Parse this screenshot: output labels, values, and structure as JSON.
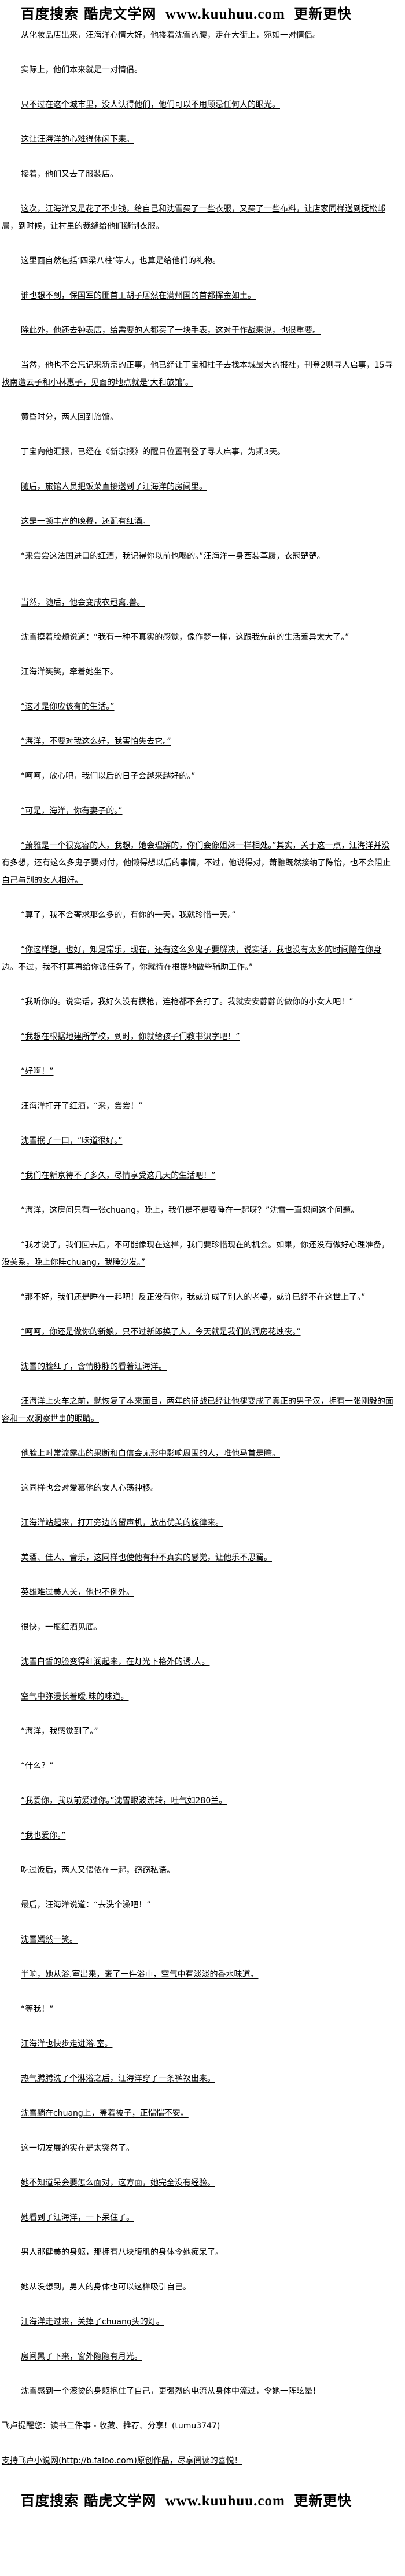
{
  "banner": {
    "search": "百度搜索",
    "site": "酷虎文学网",
    "url": "www.kuuhuu.com",
    "slogan": "更新更快"
  },
  "paragraphs": [
    "从化妆品店出来，汪海洋心情大好，他搂着沈雪的腰，走在大街上，宛如一对情侣。",
    "实际上，他们本来就是一对情侣。",
    "只不过在这个城市里，没人认得他们，他们可以不用顾忌任何人的眼光。",
    "这让汪海洋的心难得休闲下来。",
    "接着，他们又去了服装店。",
    "这次，汪海洋又是花了不少钱，给自己和沈雪买了一些衣服，又买了一些布料，让店家同样送到抚松邮局，到时候，让村里的裁缝给他们缝制衣服。",
    "这里面自然包括‘四梁八柱’等人，也算是给他们的礼物。",
    "谁也想不到，保国军的匪首王胡子居然在满州国的首都挥金如土。",
    "除此外，他还去钟表店，给需要的人都买了一块手表，这对于作战来说，也很重要。",
    "当然，他也不会忘记来新京的正事，他已经让丁宝和柱子去找本城最大的报社，刊登2则寻人启事，15寻找南造云子和小林惠子，见面的地点就是‘大和旅馆’。",
    "黄昏时分，两人回到旅馆。",
    "丁宝向他汇报，已经在《新京报》的醒目位置刊登了寻人启事，为期3天。",
    "随后，旅馆人员把饭菜直接送到了汪海洋的房间里。",
    "这是一顿丰富的晚餐，还配有红酒。",
    "“来尝尝这法国进口的红酒，我记得你以前也喝的。”汪海洋一身西装革履，衣冠楚楚。",
    "当然，随后，他会变成衣冠禽.兽。",
    "沈雪摸着脸颊说道：“我有一种不真实的感觉，像作梦一样，这跟我先前的生活差异太大了。”",
    "汪海洋笑笑，牵着她坐下。",
    "“这才是你应该有的生活。”",
    "“海洋，不要对我这么好，我害怕失去它。”",
    "“呵呵，放心吧，我们以后的日子会越来越好的。”",
    "“可是，海洋，你有妻子的。”",
    "“萧雅是一个很宽容的人，我想，她会理解的，你们会像姐妹一样相处。”其实，关于这一点，汪海洋并没有多想，还有这么多鬼子要对付，他懒得想以后的事情，不过，他说得对，萧雅既然接纳了陈怡，也不会阻止自己与别的女人相好。",
    "“算了，我不会奢求那么多的，有你的一天，我就珍惜一天。”",
    "“你这样想，也好，知足常乐，现在，还有这么多鬼子要解决，说实话，我也没有太多的时间陪在你身边。不过，我不打算再给你派任务了，你就待在根据地做些辅助工作。”",
    "“我听你的。说实话，我好久没有摸枪，连枪都不会打了。我就安安静静的做你的小女人吧！”",
    "“我想在根据地建所学校，到时，你就给孩子们教书识字吧！”",
    "“好啊！”",
    "汪海洋打开了红酒，“来，尝尝！”",
    "沈雪抿了一口，“味道很好。”",
    "“我们在新京待不了多久，尽情享受这几天的生活吧！”",
    "“海洋，这房间只有一张chuang，晚上，我们是不是要睡在一起呀？”沈雪一直想问这个问题。",
    "“我才说了，我们回去后，不可能像现在这样，我们要珍惜现在的机会。如果，你还没有做好心理准备，没关系，晚上你睡chuang，我睡沙发。”",
    "“那不好，我们还是睡在一起吧！反正没有你，我或许成了别人的老婆，或许已经不在这世上了。”",
    "“呵呵，你还是做你的新娘，只不过新郎换了人，今天就是我们的洞房花烛夜。”",
    "沈雪的脸红了，含情脉脉的看着汪海洋。",
    "汪海洋上火车之前，就恢复了本来面目，两年的征战已经让他褪变成了真正的男子汉，拥有一张刚毅的面容和一双洞察世事的眼睛。",
    "他脸上时常流露出的果断和自信会无形中影响周围的人，唯他马首是瞻。",
    "这同样也会对爱慕他的女人心荡神移。",
    "汪海洋站起来，打开旁边的留声机，放出优美的旋律来。",
    "美酒、佳人、音乐，这同样也使他有种不真实的感觉，让他乐不思蜀。",
    "英雄难过美人关，他也不例外。",
    "很快，一瓶红酒见底。",
    "沈雪白皙的脸变得红润起来，在灯光下格外的诱.人。",
    "空气中弥漫长着暧.昧的味道。",
    "“海洋，我感觉到了。”",
    "“什么？”",
    "“我爱你，我以前爱过你。”沈雪眼波流转，吐气如280兰。",
    "“我也爱你。”",
    "吃过饭后，两人又偎依在一起，窃窃私语。",
    "最后，汪海洋说道：“去洗个澡吧！”",
    "沈雪嫣然一笑。",
    "半晌，她从浴.室出来，裹了一件浴巾，空气中有淡淡的香水味道。",
    "“等我！”",
    "汪海洋也快步走进浴.室。",
    "热气腾腾洗了个淋浴之后，汪海洋穿了一条裤衩出来。",
    "沈雪躺在chuang上，盖着被子，正惴惴不安。",
    "这一切发展的实在是太突然了。",
    "她不知道呆会要怎么面对，这方面，她完全没有经验。",
    "她看到了汪海洋，一下呆住了。",
    "男人那健美的身躯，那拥有八块腹肌的身体令她痴呆了。",
    "她从没想到，男人的身体也可以这样吸引自己。",
    "汪海洋走过来，关掉了chuang头的灯。",
    "房间黑了下来，窗外隐隐有月光。",
    "沈雪感到一个滚烫的身躯抱住了自己，更强烈的电流从身体中流过，令她一阵眩晕！"
  ],
  "footer_notes": [
    "飞卢提醒您：读书三件事 - 收藏、推荐、分享！(tumu3747)",
    "支持飞卢小说网(http://b.faloo.com)原创作品，尽享阅读的喜悦！"
  ]
}
